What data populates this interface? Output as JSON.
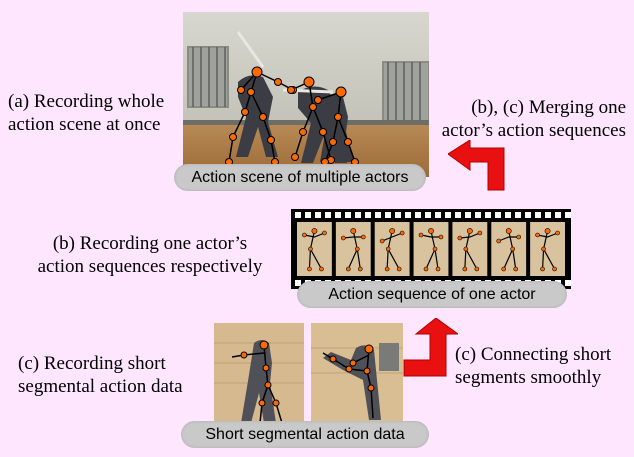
{
  "top": {
    "left_text": [
      "(a) Recording whole",
      "action scene at once"
    ],
    "caption": "Action scene of multiple actors",
    "right_text": [
      "(b), (c) Merging one",
      "actor’s action sequences"
    ]
  },
  "middle": {
    "left_text": [
      "(b) Recording one actor’s",
      "action sequences respectively"
    ],
    "caption": "Action sequence of one actor",
    "frame_count": 7
  },
  "bottom": {
    "left_text": [
      "(c) Recording short",
      "segmental action data"
    ],
    "caption": "Short segmental action data",
    "right_text": [
      "(c) Connecting short",
      "segments smoothly"
    ]
  },
  "colors": {
    "background": "#ffe6ff",
    "arrow": "#e81010",
    "pill": "#c9c9c9",
    "joint": "#ff6a00"
  },
  "icons": [
    "arrow-up-left-icon",
    "arrow-up-right-icon"
  ]
}
